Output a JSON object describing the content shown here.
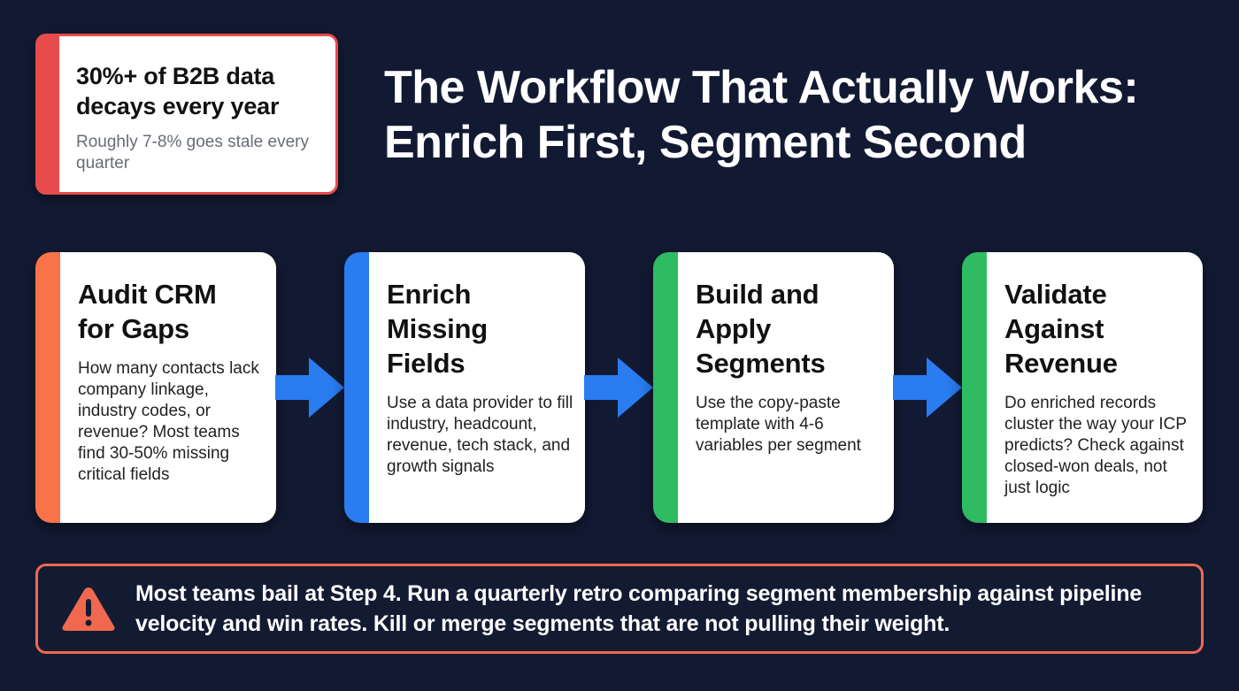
{
  "stat_callout": {
    "headline": "30%+ of B2B data decays every year",
    "subtext": "Roughly 7-8% goes stale every quarter",
    "accent_color": "#e84b4b"
  },
  "title": {
    "line1": "The Workflow That Actually Works:",
    "line2": "Enrich First, Segment Second"
  },
  "steps": [
    {
      "title": "Audit CRM for Gaps",
      "description": "How many contacts lack company linkage, industry codes, or revenue? Most teams find 30-50% missing critical fields",
      "accent_color": "#f8734a"
    },
    {
      "title": "Enrich Missing Fields",
      "description": "Use a data provider to fill industry, headcount, revenue, tech stack, and growth signals",
      "accent_color": "#2a7cf0"
    },
    {
      "title": "Build and Apply Segments",
      "description": "Use the copy-paste template with 4-6 variables per segment",
      "accent_color": "#2fbb62"
    },
    {
      "title": "Validate Against Revenue",
      "description": "Do enriched records cluster the way your ICP predicts? Check against closed-won deals, not just logic",
      "accent_color": "#2fbb62"
    }
  ],
  "arrows": {
    "icon": "arrow-right-icon",
    "color": "#2a7cf0"
  },
  "warning": {
    "icon": "warning-triangle-icon",
    "text": "Most teams bail at Step 4. Run a quarterly retro comparing segment membership against pipeline velocity and win rates. Kill or merge segments that are not pulling their weight.",
    "accent_color": "#f0694e"
  },
  "colors": {
    "background": "#121a33",
    "card_background": "#ffffff"
  }
}
